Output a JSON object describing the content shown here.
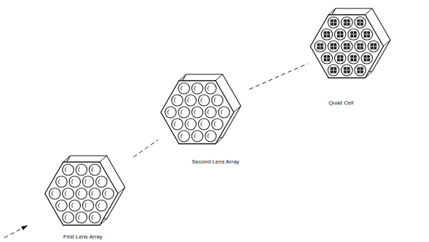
{
  "diagram": {
    "nodes": [
      {
        "text": [
          "First Lens Array"
        ]
      },
      {
        "text": [
          "Second Lens Array"
        ]
      },
      {
        "text": [
          "Quad Cell"
        ]
      }
    ],
    "edges": [
      {
        "from": 0,
        "to": 1,
        "arrow": "none"
      },
      {
        "from": 1,
        "to": 2,
        "arrow": "none"
      }
    ]
  }
}
